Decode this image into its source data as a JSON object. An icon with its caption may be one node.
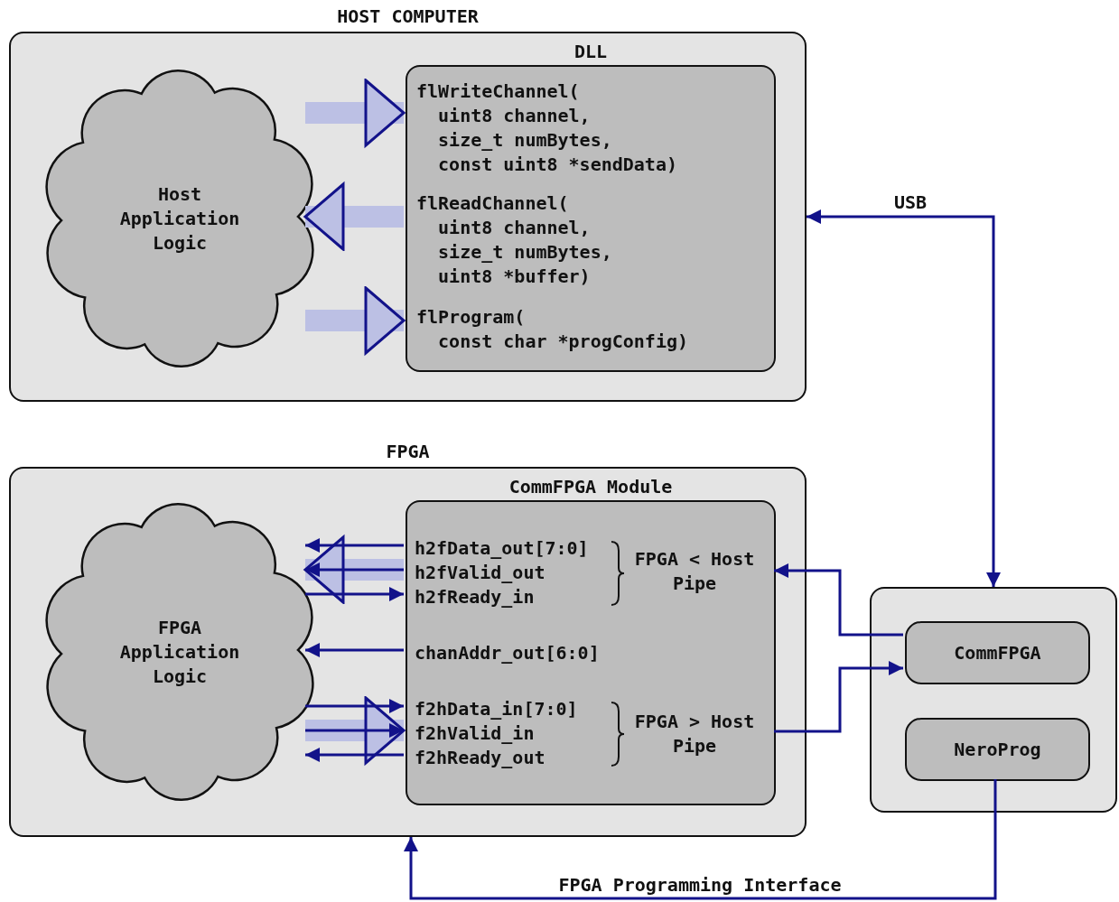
{
  "diagram": {
    "nodes": [
      {
        "text": [
          "HOST COMPUTER"
        ]
      },
      {
        "text": [
          "Host Application Logic"
        ],
        "in": 0
      },
      {
        "text": [
          "DLL",
          "flWriteChannel( uint8 channel, size_t numBytes, const uint8 *sendData)",
          "flReadChannel( uint8 channel, size_t numBytes, uint8 *buffer)",
          "flProgram( const char *progConfig)"
        ],
        "in": 0
      },
      {
        "text": [
          "FPGA"
        ]
      },
      {
        "text": [
          "FPGA Application Logic"
        ],
        "in": 3
      },
      {
        "text": [
          "CommFPGA Module",
          "h2fData_out[7:0]",
          "h2fValid_out",
          "h2fReady_in",
          "FPGA < Host Pipe",
          "chanAddr_out[6:0]",
          "f2hData_in[7:0]",
          "f2hValid_in",
          "f2hReady_out",
          "FPGA > Host Pipe"
        ],
        "in": 3
      },
      {
        "text": [],
        "shape": "box"
      },
      {
        "text": [
          "CommFPGA"
        ],
        "in": 6
      },
      {
        "text": [
          "NeroProg"
        ],
        "in": 6
      }
    ],
    "edges": [
      {
        "from": 1,
        "to": 2,
        "arrow": "to",
        "style": "thick",
        "color": "#bcc0e4"
      },
      {
        "from": 2,
        "to": 1,
        "arrow": "to",
        "style": "thick",
        "color": "#bcc0e4"
      },
      {
        "from": 1,
        "to": 2,
        "arrow": "to",
        "style": "thick",
        "color": "#bcc0e4"
      },
      {
        "from": 5,
        "to": 4,
        "arrow": "to",
        "style": "thick",
        "color": "#bcc0e4"
      },
      {
        "from": 5,
        "to": 4,
        "arrow": "to"
      },
      {
        "from": 5,
        "to": 4,
        "arrow": "to"
      },
      {
        "from": 4,
        "to": 5,
        "arrow": "to"
      },
      {
        "from": 5,
        "to": 4,
        "arrow": "to"
      },
      {
        "from": 4,
        "to": 5,
        "arrow": "to",
        "style": "thick",
        "color": "#bcc0e4"
      },
      {
        "from": 4,
        "to": 5,
        "arrow": "to"
      },
      {
        "from": 4,
        "to": 5,
        "arrow": "to"
      },
      {
        "from": 5,
        "to": 4,
        "arrow": "to"
      },
      {
        "from": 0,
        "to": 6,
        "arrow": "both",
        "label": "USB"
      },
      {
        "from": 7,
        "to": 5,
        "arrow": "to"
      },
      {
        "from": 5,
        "to": 7,
        "arrow": "to"
      },
      {
        "from": 8,
        "to": 3,
        "arrow": "to",
        "label": "FPGA Programming Interface"
      }
    ]
  }
}
